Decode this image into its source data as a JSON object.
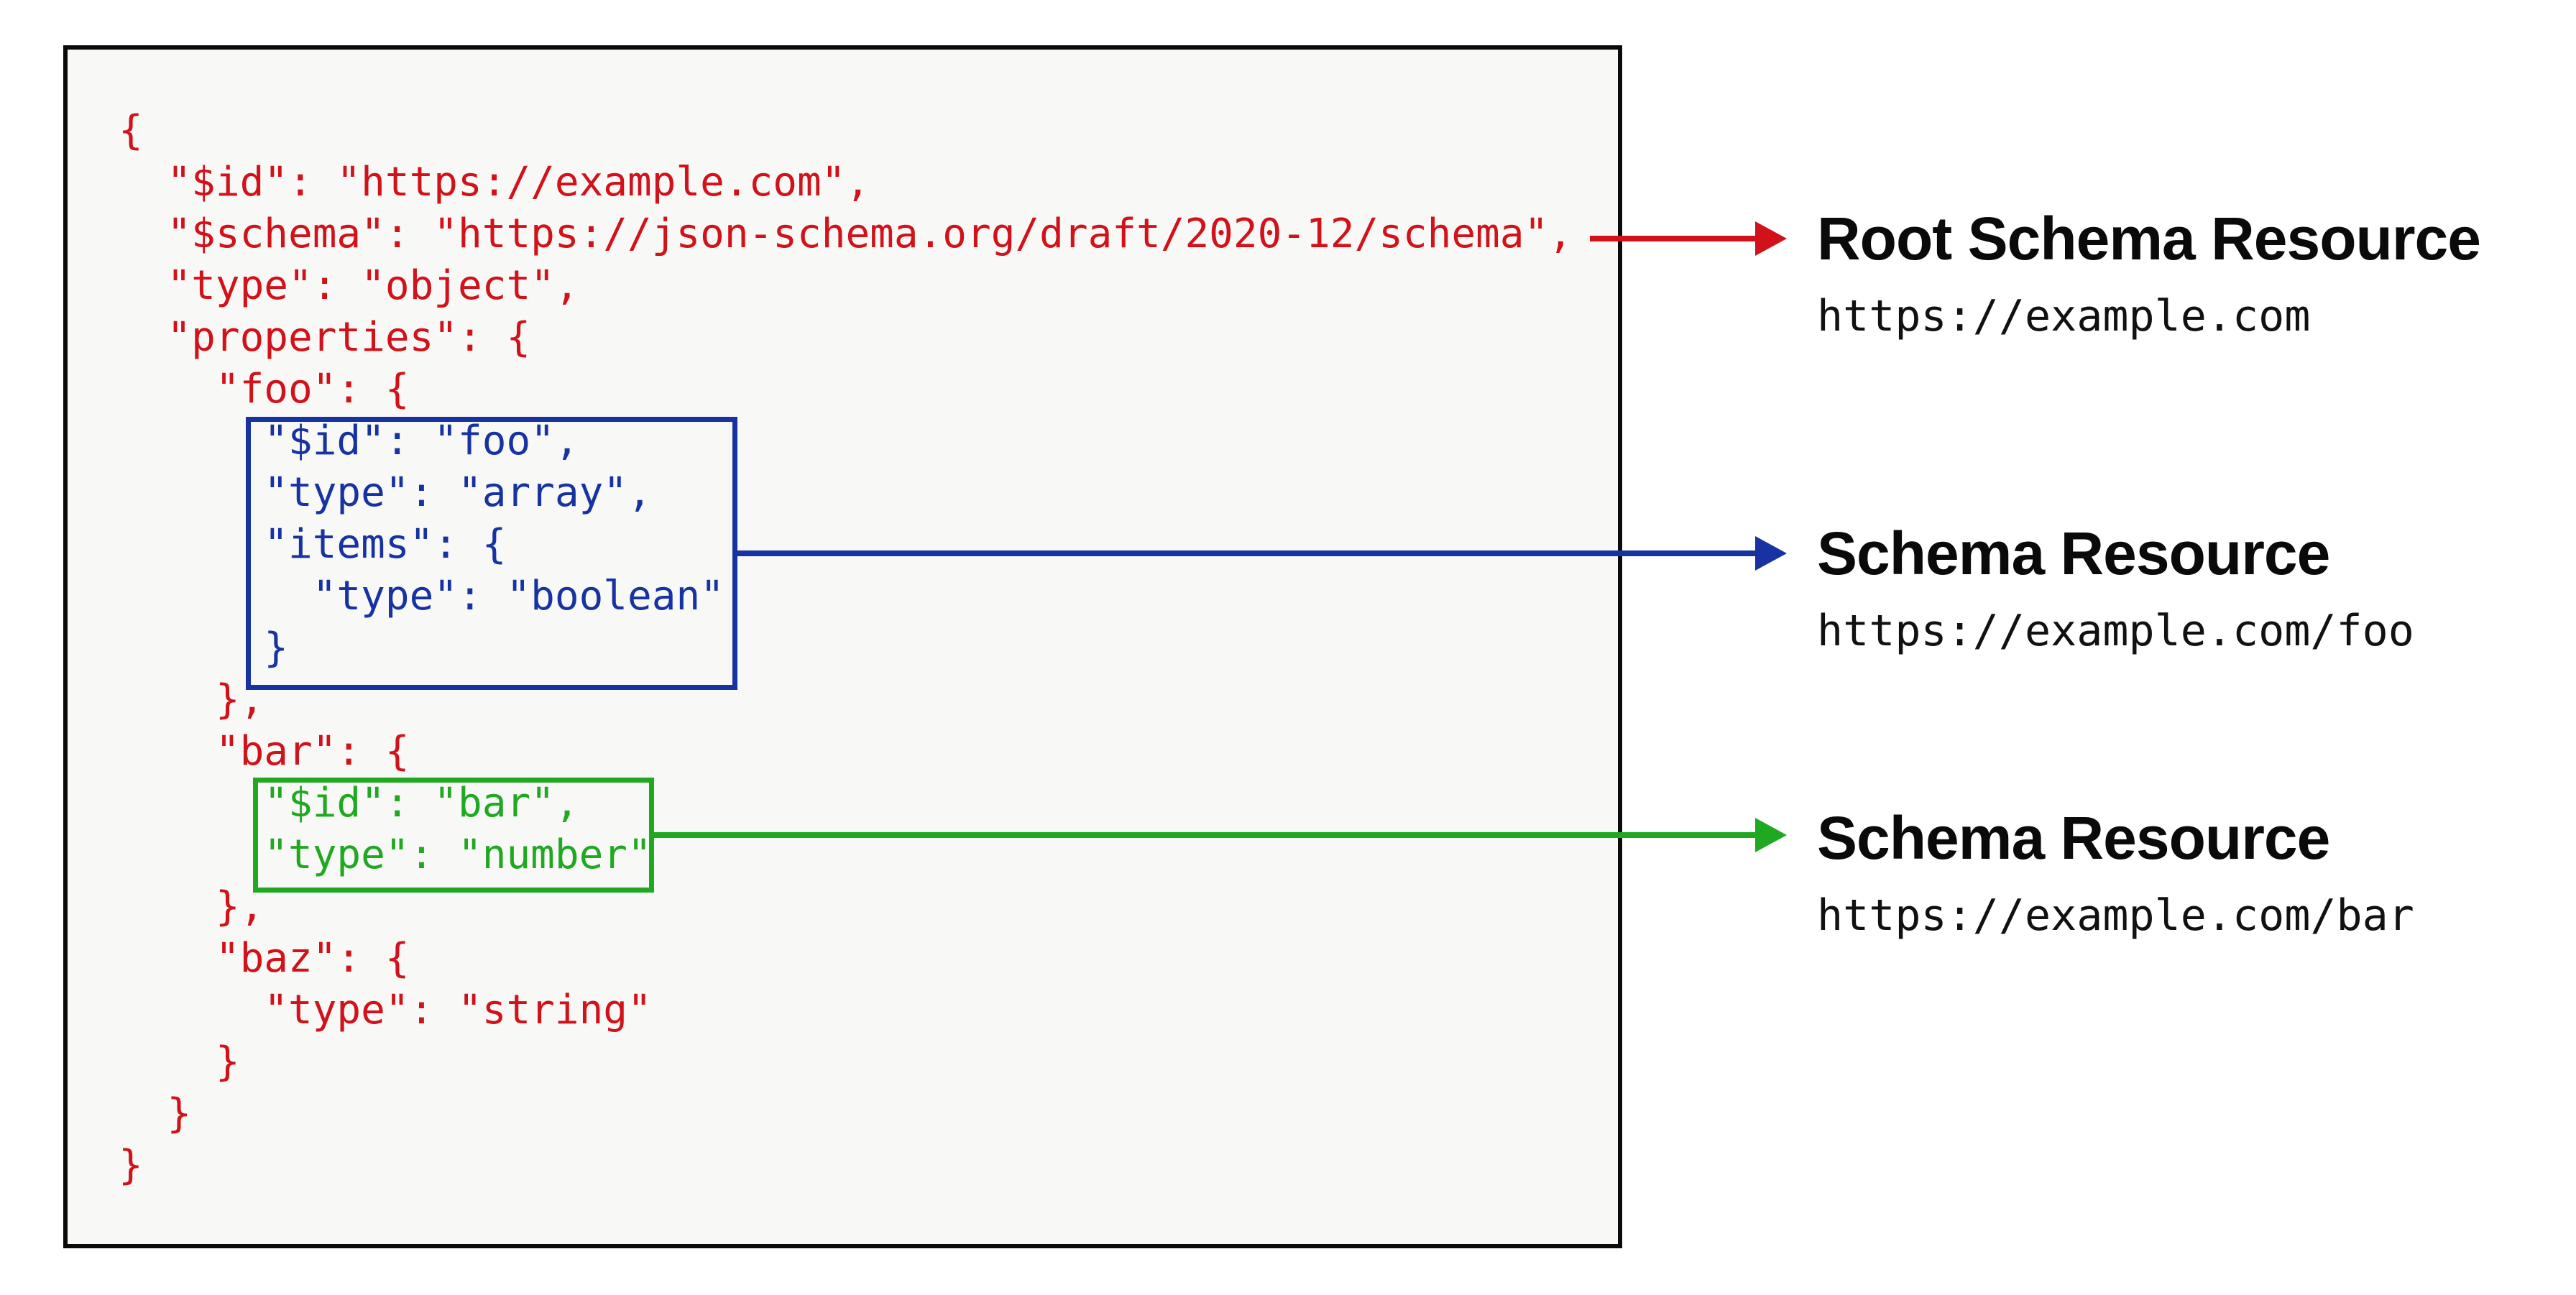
{
  "colors": {
    "red": "#d1121b",
    "blue": "#1733a1",
    "green": "#21a821",
    "panel-bg": "#f8f8f7",
    "panel-border": "#0b0b0b",
    "text": "#0a0a0a"
  },
  "code": {
    "lines": [
      {
        "text": "{",
        "color": "red"
      },
      {
        "text": "  \"$id\": \"https://example.com\",",
        "color": "red"
      },
      {
        "text": "  \"$schema\": \"https://json-schema.org/draft/2020-12/schema\",",
        "color": "red"
      },
      {
        "text": "  \"type\": \"object\",",
        "color": "red"
      },
      {
        "text": "  \"properties\": {",
        "color": "red"
      },
      {
        "text": "    \"foo\": {",
        "color": "red"
      },
      {
        "text": "      \"$id\": \"foo\",",
        "color": "blue"
      },
      {
        "text": "      \"type\": \"array\",",
        "color": "blue"
      },
      {
        "text": "      \"items\": {",
        "color": "blue"
      },
      {
        "text": "        \"type\": \"boolean\"",
        "color": "blue"
      },
      {
        "text": "      }",
        "color": "blue"
      },
      {
        "text": "    },",
        "color": "red"
      },
      {
        "text": "    \"bar\": {",
        "color": "red"
      },
      {
        "text": "      \"$id\": \"bar\",",
        "color": "green"
      },
      {
        "text": "      \"type\": \"number\"",
        "color": "green"
      },
      {
        "text": "    },",
        "color": "red"
      },
      {
        "text": "    \"baz\": {",
        "color": "red"
      },
      {
        "text": "      \"type\": \"string\"",
        "color": "red"
      },
      {
        "text": "    }",
        "color": "red"
      },
      {
        "text": "  }",
        "color": "red"
      },
      {
        "text": "}",
        "color": "red"
      }
    ]
  },
  "annotations": [
    {
      "title": "Root Schema Resource",
      "url": "https://example.com",
      "arrow_color": "red"
    },
    {
      "title": "Schema Resource",
      "url": "https://example.com/foo",
      "arrow_color": "blue"
    },
    {
      "title": "Schema Resource",
      "url": "https://example.com/bar",
      "arrow_color": "green"
    }
  ]
}
